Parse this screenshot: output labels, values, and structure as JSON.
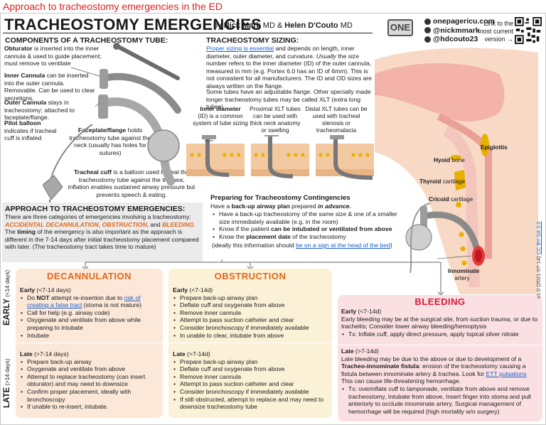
{
  "page_heading": "Approach to tracheostomy emergencies in the ED",
  "header": {
    "title": "TRACHEOSTOMY EMERGENCIES",
    "by": "by",
    "author1": "Nick Mark",
    "author1_suffix": "MD &",
    "author2": "Helen D'Couto",
    "author2_suffix": "MD",
    "logo": "ONE",
    "site": "onepagericu.com",
    "handle1": "@nickmmark",
    "handle2": "@hdcouto23",
    "link_note_1": "Link to the",
    "link_note_2": "most current",
    "link_note_3": "version →"
  },
  "components": {
    "heading": "COMPONENTS OF A TRACHEOSTOMY TUBE:",
    "obturator_term": "Obturator",
    "obturator_text": " is inserted into the inner cannula & used to guide placement; must remove to ventilate",
    "inner_term": "Inner Cannula",
    "inner_text": " can be inserted into the outer cannula. Removable. Can be used to clear secretions.",
    "outer_term": "Outer Cannula",
    "outer_text": " stays in tracheostomy; attached to faceplate/flange.",
    "pilot_term": "Pilot balloon",
    "pilot_text": " indicates if tracheal cuff is inflated",
    "face_term": "Faceplate/flange",
    "face_text": " holds tracheostomy tube against the neck (usually has holes for sutures)",
    "cuff_term": "Tracheal cuff",
    "cuff_text": " is a balloon used to seal the tracheostomy tube against the trachea; inflation enables sustained airway pressure but prevents speech & eating."
  },
  "sizing": {
    "heading": "TRACHEOSTOMY SIZING:",
    "link": "Proper sizing is essential",
    "p1_a": " and depends on length, inner diameter, outer diameter, and curvature. ",
    "p1_usually": "Usually",
    "p1_b": " the size number refers to the inner diameter (ID) of the outer cannula, measured in mm (e.g. Portex 6.0 has an ID of 6mm). This is not consistent for all manufacturers. The ID and OD sizes are always written on the flange.",
    "p2": "Some tubes have an adjustable flange. Other specially made longer tracheostomy tubes may be called XLT (extra long tubes).",
    "panel1_term": "Inner diameter",
    "panel1_text": "(ID) is a common system of tube sizing",
    "panel2": "Proximal XLT tubes can be used with thick neck anatomy or swelling",
    "panel3": "Distal XLT tubes can be used with tracheal stenosis or tracheomalacia"
  },
  "anatomy": {
    "epiglottis": "Epiglottis",
    "hyoid": "Hyoid",
    "hyoid_suffix": " bone",
    "thyroid": "Thyroid",
    "thyroid_suffix": " cartilage",
    "cricoid": "Cricoid",
    "cricoid_suffix": " cartilage",
    "innominate": "Innominate",
    "artery": "artery"
  },
  "preparing": {
    "heading": "Preparing for Tracheostomy Contingencies",
    "intro_a": "Have a ",
    "intro_b": "back-up airway plan",
    "intro_c": " prepared ",
    "intro_d": "in advance.",
    "b1": "Have a back-up tracheostomy of the same size &  one of a smaller size immediately available (e.g. in the room)",
    "b2_a": "Know if the patient ",
    "b2_b": "can be intubated or ventilated from above",
    "b3_a": "Know the ",
    "b3_b": "placement date",
    "b3_c": " of the tracheostomy",
    "b4_a": "(ideally this information should ",
    "b4_link": "be on a sign at the head of the bed",
    "b4_c": ")"
  },
  "approach": {
    "heading": "APPROACH TO TRACHEOSTOMY EMERGENCIES:",
    "t1": "There are three categories of emergencies involving a tracheostomy: ",
    "acc": "ACCIDENTAL DECANNULATION",
    "comma1": ", ",
    "obs": "OBSTRUCTION",
    "and": ", and ",
    "bld": "BLEEDING",
    "t2": ". The ",
    "timing": "timing",
    "t3": " of the emergency is also important as the approach is different in the 7-14 days after initial tracheostomy placement compared with later. (The tracheostomy tract takes time to mature)"
  },
  "phase_labels": {
    "early": "EARLY",
    "early_sub": " (<14 days)",
    "late": "LATE",
    "late_sub": " (>14 days)"
  },
  "decannulation": {
    "title": "DECANNULATION",
    "early_h": "Early",
    "early_sub": " (<7-14 days)",
    "e1_a": "Do ",
    "e1_b": "NOT",
    "e1_c": " attempt re-insertion due to ",
    "e1_link": "risk of creating a false tract",
    "e1_d": " (stoma is not mature)",
    "e2": "Call for help (e.g. airway code)",
    "e3": "Oxygenate and ventilate from above while preparing to intubate",
    "e4": "Intubate",
    "late_h": "Late",
    "late_sub": " (>7-14 days)",
    "l1": "Prepare back-up airway",
    "l2": "Oxygenate and ventilate from above",
    "l3": "Attempt to replace tracheostomy (can insert obturator) and may need to downsize",
    "l4": "Confirm proper placement, ideally with bronchoscopy",
    "l5": "If unable to re-insert, intubate."
  },
  "obstruction": {
    "title": "OBSTRUCTION",
    "early_h": "Early",
    "early_sub": " (<7-14d)",
    "e1": "Prepare back-up airway plan",
    "e2": "Deflate cuff and oxygenate from above",
    "e3": "Remove inner cannula",
    "e4": "Attempt to pass suction catheter and clear",
    "e5": "Consider bronchoscopy if immediately available",
    "e6": "In unable to clear, intubate from above",
    "late_h": "Late",
    "late_sub": " (>7-14d)",
    "l1": "Prepare back-up airway plan",
    "l2": "Deflate cuff and oxygenate from above",
    "l3": "Remove inner cannula",
    "l4": "Attempt to pass suction catheter and clear",
    "l5": "Consider bronchoscopy if immediately available",
    "l6": "If still obstructed, attempt to replace and may need to downsize tracheostomy tube"
  },
  "bleeding": {
    "title": "BLEEDING",
    "early_h": "Early",
    "early_sub": " (<7-14d)",
    "early_p": "Early bleeding may be at the surgical site, from suction trauma, or due to tracheitis; Consider lower airway bleeding/hemoptysis",
    "early_tx": "Tx: Inflate cuff, apply direct pressure, apply topical silver nitrate",
    "late_h": "Late",
    "late_sub": " (>7-14d)",
    "late_p1": "Late bleeding may be due to the above or due to development of a ",
    "late_term": "Tracheo-innominate fistula",
    "late_p2": ": erosion of the tracheostomy causing a fistula between innominate artery & trachea. Look for ",
    "late_link": "ETT pulsations",
    "late_p3": "This can cause life-threatening hemorrhage.",
    "late_tx": "Tx: overinflate cuff to tamponade,  ventilate from above and remove tracheostomy, Intubate from above, Insert finger into stoma and pull anteriorly to occlude innominate artery. Surgical management of hemorrhage will be required (high mortality w/o surgery)"
  },
  "license": {
    "version": "v1.0 (2021-07-14) ",
    "cc": "CC BY-SA 3.0"
  },
  "colors": {
    "heading_red": "#e01f1f",
    "accent_orange": "#e2671a",
    "decannulation_bg": "#fbe8d9",
    "obstruction_bg": "#fbf1d6",
    "bleeding_bg": "#fbe0e3",
    "link_blue": "#1a5fc8"
  }
}
